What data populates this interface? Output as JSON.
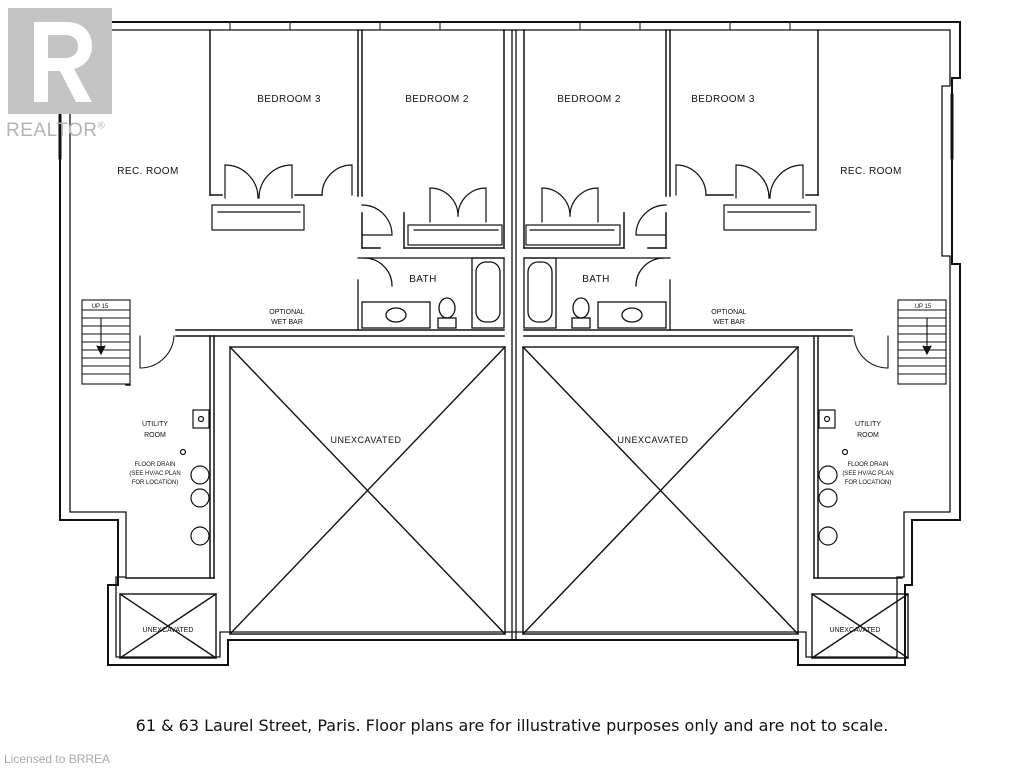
{
  "logo": {
    "text": "REALTOR",
    "reg_mark": "®"
  },
  "rooms": {
    "left": {
      "bedroom3": "BEDROOM 3",
      "bedroom2": "BEDROOM 2",
      "rec_room": "REC. ROOM",
      "bath": "BATH",
      "wet_bar_1": "OPTIONAL",
      "wet_bar_2": "WET BAR",
      "stairs": "UP 15",
      "utility_1": "UTILITY",
      "utility_2": "ROOM",
      "drain_1": "FLOOR DRAIN",
      "drain_2": "(SEE HV/AC PLAN",
      "drain_3": "FOR LOCATION)",
      "unexcavated_large": "UNEXCAVATED",
      "unexcavated_small": "UNEXCAVATED"
    },
    "right": {
      "bedroom2": "BEDROOM 2",
      "bedroom3": "BEDROOM 3",
      "rec_room": "REC. ROOM",
      "bath": "BATH",
      "wet_bar_1": "OPTIONAL",
      "wet_bar_2": "WET BAR",
      "stairs": "UP 15",
      "utility_1": "UTILITY",
      "utility_2": "ROOM",
      "drain_1": "FLOOR DRAIN",
      "drain_2": "(SEE HV/AC PLAN",
      "drain_3": "FOR LOCATION)",
      "unexcavated_large": "UNEXCAVATED",
      "unexcavated_small": "UNEXCAVATED"
    }
  },
  "caption": "61 & 63 Laurel Street, Paris. Floor plans are for illustrative purposes only and are not to scale.",
  "license": "Licensed to BRREA"
}
